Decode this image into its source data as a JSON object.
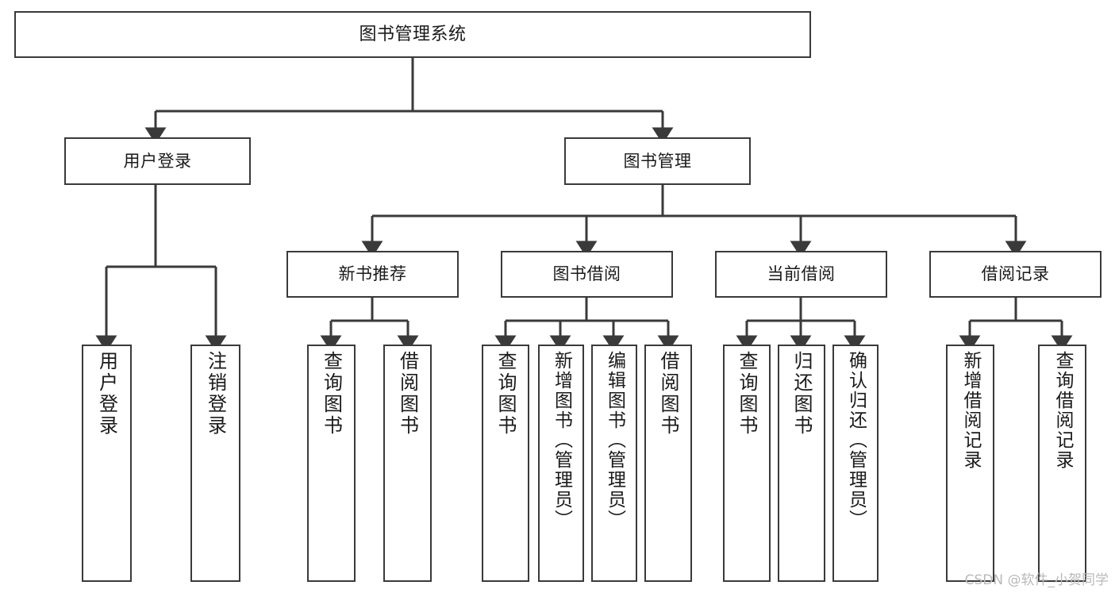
{
  "diagram": {
    "type": "tree",
    "title": "图书管理系统",
    "watermark": "CSDN @软件_小贺同学",
    "colors": {
      "box_border": "#3a3a3a",
      "box_fill": "#ffffff",
      "edge": "#3a3a3a",
      "text": "#1a1a1a",
      "watermark": "#b9b9b9"
    },
    "nodes": {
      "root": {
        "label": "图书管理系统"
      },
      "level2": [
        {
          "label": "用户登录"
        },
        {
          "label": "图书管理"
        }
      ],
      "level3": [
        {
          "label": "新书推荐"
        },
        {
          "label": "图书借阅"
        },
        {
          "label": "当前借阅"
        },
        {
          "label": "借阅记录"
        }
      ],
      "leaves": [
        {
          "label": "用户登录",
          "parent": "用户登录"
        },
        {
          "label": "注销登录",
          "parent": "用户登录"
        },
        {
          "label": "查询图书",
          "parent": "新书推荐"
        },
        {
          "label": "借阅图书",
          "parent": "新书推荐"
        },
        {
          "label": "查询图书",
          "parent": "图书借阅"
        },
        {
          "label": "新增图书（管理员）",
          "parent": "图书借阅"
        },
        {
          "label": "编辑图书（管理员）",
          "parent": "图书借阅"
        },
        {
          "label": "借阅图书",
          "parent": "图书借阅"
        },
        {
          "label": "查询图书",
          "parent": "当前借阅"
        },
        {
          "label": "归还图书",
          "parent": "当前借阅"
        },
        {
          "label": "确认归还（管理员）",
          "parent": "当前借阅"
        },
        {
          "label": "新增借阅记录",
          "parent": "借阅记录"
        },
        {
          "label": "查询借阅记录",
          "parent": "借阅记录"
        }
      ]
    }
  }
}
